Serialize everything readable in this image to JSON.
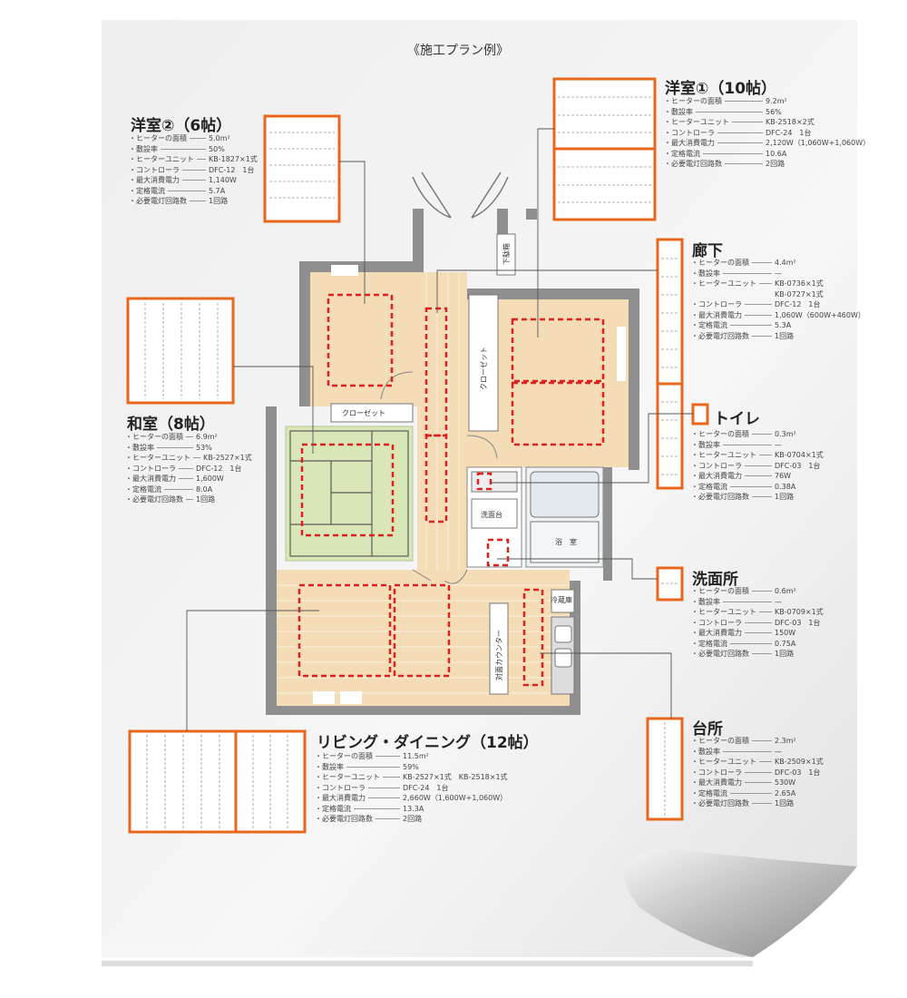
{
  "plan_title": "《施工プラン例》",
  "spec_labels": {
    "area": "・ヒーターの面積",
    "ratio": "・敷設率",
    "unit": "・ヒーターユニット",
    "controller": "・コントローラ",
    "power": "・最大消費電力",
    "current": "・定格電流",
    "circuits": "・必要電灯回路数"
  },
  "rooms": {
    "yoshitsu2": {
      "title": "洋室②（6帖）",
      "area": "5.0m²",
      "ratio": "50%",
      "unit": "KB-1827×1式",
      "controller": "DFC-12　1台",
      "power": "1,140W",
      "current": "5.7A",
      "circuits": "1回路"
    },
    "yoshitsu1": {
      "title": "洋室①（10帖）",
      "area": "9.2m²",
      "ratio": "56%",
      "unit": "KB-2518×2式",
      "controller": "DFC-24　1台",
      "power": "2,120W（1,060W+1,060W）",
      "current": "10.6A",
      "circuits": "2回路"
    },
    "roka": {
      "title": "廊下",
      "area": "4.4m²",
      "ratio": "—",
      "unit": "KB-0736×1式",
      "unit2": "KB-0727×1式",
      "controller": "DFC-12　1台",
      "power": "1,060W（600W+460W）",
      "current": "5.3A",
      "circuits": "1回路"
    },
    "toilet": {
      "title": "トイレ",
      "area": "0.3m²",
      "ratio": "—",
      "unit": "KB-0704×1式",
      "controller": "DFC-03　1台",
      "power": "76W",
      "current": "0.38A",
      "circuits": "1回路"
    },
    "washitsu": {
      "title": "和室（8帖）",
      "area": "6.9m²",
      "ratio": "53%",
      "unit": "KB-2527×1式",
      "controller": "DFC-12　1台",
      "power": "1,600W",
      "current": "8.0A",
      "circuits": "1回路"
    },
    "senmen": {
      "title": "洗面所",
      "area": "0.6m²",
      "ratio": "—",
      "unit": "KB-0709×1式",
      "controller": "DFC-03　1台",
      "power": "150W",
      "current": "0.75A",
      "circuits": "1回路"
    },
    "daidokoro": {
      "title": "台所",
      "area": "2.3m²",
      "ratio": "—",
      "unit": "KB-2509×1式",
      "controller": "DFC-03　1台",
      "power": "530W",
      "current": "2.65A",
      "circuits": "1回路"
    },
    "living": {
      "title": "リビング・ダイニング（12帖）",
      "area": "11.5m²",
      "ratio": "59%",
      "unit": "KB-2527×1式　KB-2518×1式",
      "controller": "DFC-24　1台",
      "power": "2,660W（1,600W+1,060W）",
      "current": "13.3A",
      "circuits": "2回路"
    }
  },
  "floorplan_labels": {
    "closet1": "クローゼット",
    "closet2": "クローゼット",
    "shoebox": "下駄箱",
    "washbasin": "洗面台",
    "bath": "浴　室",
    "fridge": "冷蔵庫",
    "counter": "対面カウンター"
  },
  "colors": {
    "accent": "#e8671c",
    "heater_dash": "#e0201c",
    "wood": "#f3dcb6",
    "tatami": "#d9e7b8",
    "wall": "#8a8a8a"
  }
}
